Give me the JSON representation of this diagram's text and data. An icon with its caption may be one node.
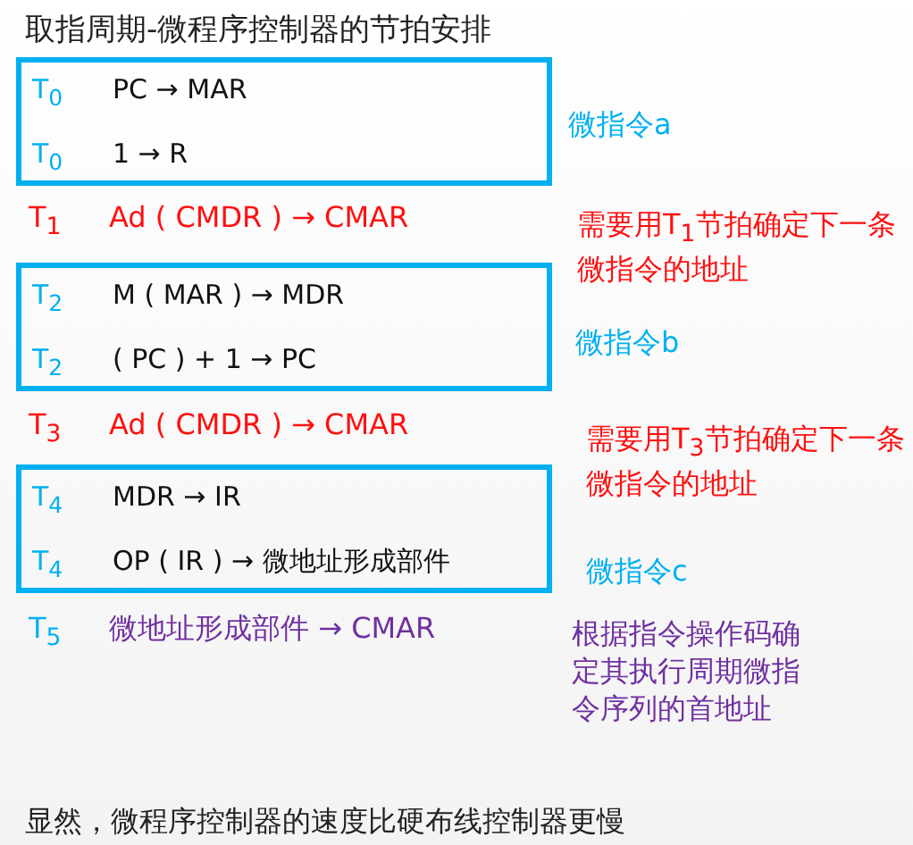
{
  "diagram": {
    "title": "取指周期-微程序控制器的节拍安排",
    "nodes": [
      {
        "text": [
          "T$_{0}$",
          "PC → MAR",
          "T$_{0}$",
          "1 → R"
        ],
        "beside": [
          "微指令a"
        ]
      },
      {
        "text": [
          "T$_{2}$",
          "M ( MAR ) → MDR",
          "T$_{2}$",
          "( PC ) + 1 → PC"
        ],
        "beside": [
          "微指令b"
        ]
      },
      {
        "text": [
          "T$_{4}$",
          "MDR → IR",
          "T$_{4}$",
          "OP ( IR ) → 微地址形成部件"
        ],
        "beside": [
          "微指令c"
        ]
      }
    ],
    "labels": [
      "T$_{1}$",
      "Ad ( CMDR ) → CMAR",
      "需要用T$_{1}$节拍确定下一条微指令的地址",
      "T$_{3}$",
      "Ad ( CMDR ) → CMAR",
      "需要用T$_{3}$节拍确定下一条微指令的地址",
      "T$_{5}$",
      "微地址形成部件 → CMAR",
      "根据指令操作码确定其执行周期微指令序列的首地址",
      "显然，微程序控制器的速度比硬布线控制器更慢"
    ]
  }
}
